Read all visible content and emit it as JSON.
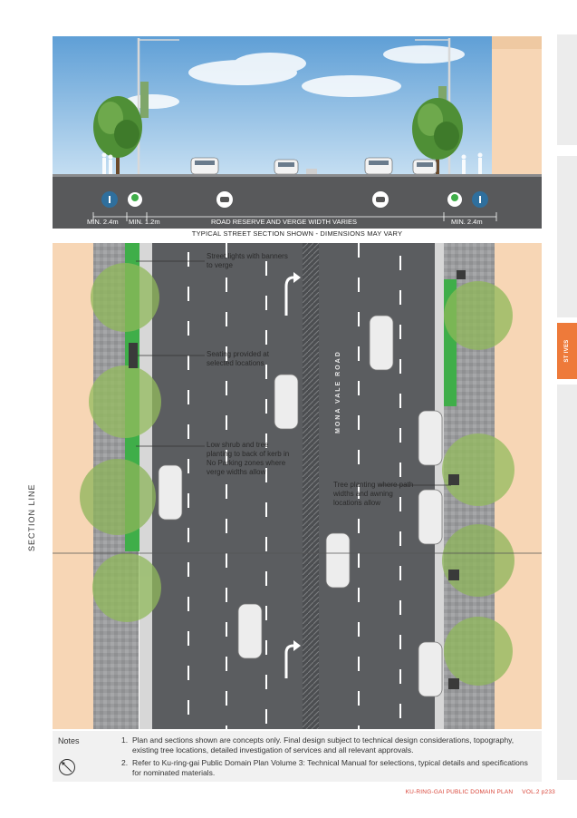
{
  "side_tab": {
    "label": "ST IVES"
  },
  "section": {
    "dimensions": {
      "left_path": "MIN. 2.4m",
      "left_verge": "MIN. 1.2m",
      "centre": "ROAD RESERVE AND VERGE WIDTH VARIES",
      "right_path": "MIN. 2.4m"
    },
    "caption": "TYPICAL STREET SECTION SHOWN - DIMENSIONS MAY VARY"
  },
  "plan": {
    "labels": {
      "street_lights": "Street lights with banners to verge",
      "seating": "Seating provided at selected locations",
      "shrub": "Low shrub and tree planting to back of kerb in No Parking zones where verge widths allow",
      "tree": "Tree planting where path widths and awning locations allow"
    },
    "road_name": "MONA VALE ROAD",
    "section_line": "SECTION LINE"
  },
  "notes": {
    "title": "Notes",
    "items": [
      "Plan and sections shown are concepts only. Final design subject to technical design considerations, topography, existing tree locations, detailed investigation of services and all relevant approvals.",
      "Refer to Ku-ring-gai Public Domain Plan Volume 3: Technical Manual for selections, typical details and specifications for nominated materials."
    ],
    "numbers": [
      "1.",
      "2."
    ]
  },
  "footer": {
    "doc": "KU-RING-GAI PUBLIC DOMAIN PLAN",
    "page": "VOL.2 p233"
  },
  "colors": {
    "accent": "#ee7a3a",
    "footer": "#d9463a",
    "road": "#5b5d60",
    "grass": "#3fae49",
    "tan": "#f7d6b5"
  }
}
